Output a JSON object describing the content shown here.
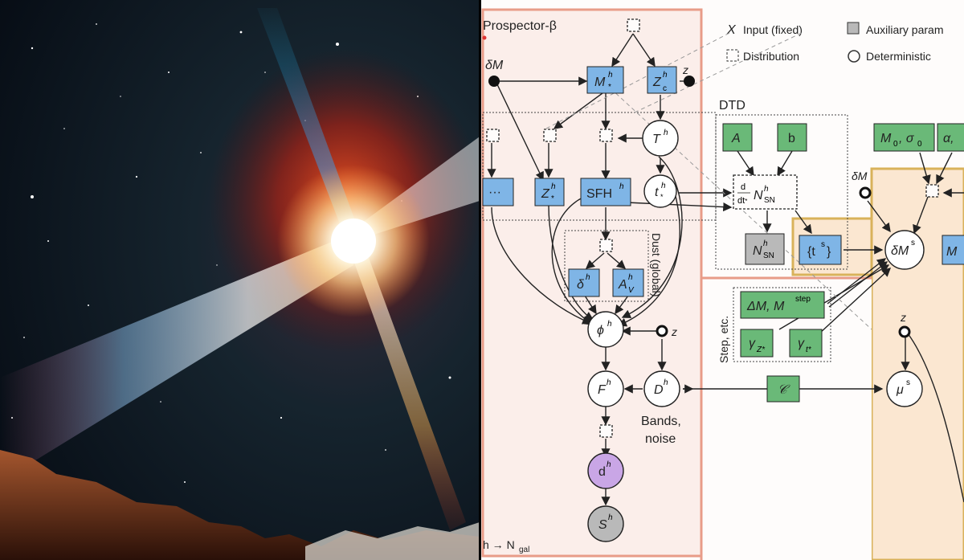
{
  "diagram": {
    "title": "Prospector-β",
    "legend": {
      "input_fixed": "Input (fixed)",
      "auxiliary": "Auxiliary param",
      "distribution": "Distribution",
      "deterministic": "Deterministic"
    },
    "groups": {
      "dtd": "DTD",
      "dust": "Dust (global)",
      "step": "Step, etc.",
      "bands": [
        "Bands,",
        "noise"
      ],
      "plate": "h → N",
      "plate_sub": "gal"
    },
    "nodes": {
      "dm_left": "δM",
      "dm_right": "δM",
      "z_top": "z",
      "z_mid": "z",
      "z_right": "z",
      "mstar": "M",
      "zc": "Z",
      "th": "T",
      "tstar": "t",
      "ellipsis": "···",
      "zstar": "Z",
      "sfh": "SFH",
      "delta": "δ",
      "av": "A",
      "phi": "ϕ",
      "fh": "F",
      "dh": "D",
      "d_obs": "d",
      "sh": "S",
      "a": "A",
      "b": "b",
      "nsn_rate": "N",
      "nsn": "N",
      "ts": "{t",
      "m0": "M",
      "alpha": "α,",
      "dms": "δM",
      "mr": "M",
      "dmstep": "ΔM, M",
      "gz": "γ",
      "gt": "γ",
      "c": "𝒞",
      "mu": "μ"
    }
  },
  "colors": {
    "blue_node": "#7fb5e6",
    "green_node": "#6ab978",
    "purple_node": "#c9a6e6",
    "gray_node": "#b9b9b9",
    "plate_red": "#e89c88",
    "plate_orange": "#d9b25a",
    "panel_pink": "#fbeeea",
    "panel_orange": "#fbe7d1"
  }
}
